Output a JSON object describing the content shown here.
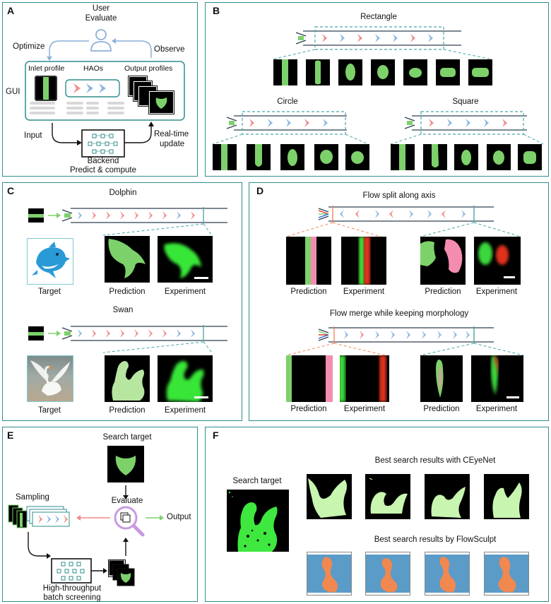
{
  "panels": {
    "a": "A",
    "b": "B",
    "c": "C",
    "d": "D",
    "e": "E",
    "f": "F"
  },
  "a": {
    "user": "User",
    "evaluate": "Evaluate",
    "optimize": "Optimize",
    "observe": "Observe",
    "gui": "GUI",
    "inlet_profile": "Inlet profile",
    "haos": "HAOs",
    "output_profiles": "Output profiles",
    "input": "Input",
    "realtime": "Real-time",
    "update": "update",
    "backend": "Backend",
    "predict_compute": "Predict & compute"
  },
  "b": {
    "rectangle": "Rectangle",
    "circle": "Circle",
    "square": "Square"
  },
  "c": {
    "dolphin": "Dolphin",
    "swan": "Swan",
    "target": "Target",
    "prediction": "Prediction",
    "experiment": "Experiment"
  },
  "d": {
    "split_title": "Flow split along axis",
    "merge_title": "Flow merge while keeping morphology",
    "prediction": "Prediction",
    "experiment": "Experiment"
  },
  "e": {
    "search_target": "Search target",
    "evaluate": "Evaluate",
    "sampling": "Sampling",
    "output": "Output",
    "htp1": "High-throughput",
    "htp2": "batch screening"
  },
  "f": {
    "search_target": "Search target",
    "ceyenet": "Best search results with CEyeNet",
    "flowsculpt": "Best search results by FlowSculpt"
  },
  "colors": {
    "border": "#2f8d8d",
    "green": "#7dd16a",
    "bright_green": "#39e639",
    "pink": "#f08a8a",
    "blue": "#8cb6e0",
    "orange": "#f08850",
    "steel": "#5b9bc8",
    "red": "#e0321e"
  }
}
